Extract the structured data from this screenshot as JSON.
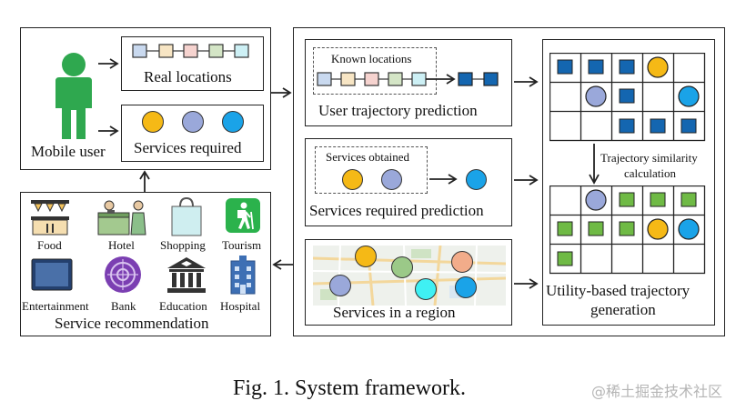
{
  "left_panel": {
    "user_label": "Mobile user",
    "real_locations": "Real locations",
    "services_required": "Services required"
  },
  "middle_panel": {
    "known_locations": "Known locations",
    "user_trajectory_prediction": "User trajectory prediction",
    "services_obtained": "Services obtained",
    "services_required_prediction": "Services required prediction",
    "services_in_region": "Services in a region"
  },
  "right_panel": {
    "similarity_line1": "Trajectory similarity",
    "similarity_line2": "calculation",
    "generation_line1": "Utility-based trajectory",
    "generation_line2": "generation"
  },
  "recommendation": {
    "title": "Service recommendation",
    "items": [
      "Food",
      "Hotel",
      "Shopping",
      "Tourism",
      "Entertainment",
      "Bank",
      "Education",
      "Hospital"
    ]
  },
  "caption": "Fig. 1.  System framework.",
  "watermark": "@稀土掘金技术社区",
  "colors": {
    "loc1": "#c9d9ef",
    "loc2": "#f7e5c4",
    "loc3": "#f6d3cf",
    "loc4": "#d4e5c6",
    "loc5": "#cdf0f5",
    "dark_square": "#1466b0",
    "green_square": "#6fba45",
    "orange": "#f5b916",
    "lavender": "#9aa8da",
    "cyan": "#1aa3e8",
    "green_circle": "#9bc988",
    "salmon": "#f2ac8a",
    "aqua": "#3ff0f3",
    "user_green": "#2fa84f"
  }
}
